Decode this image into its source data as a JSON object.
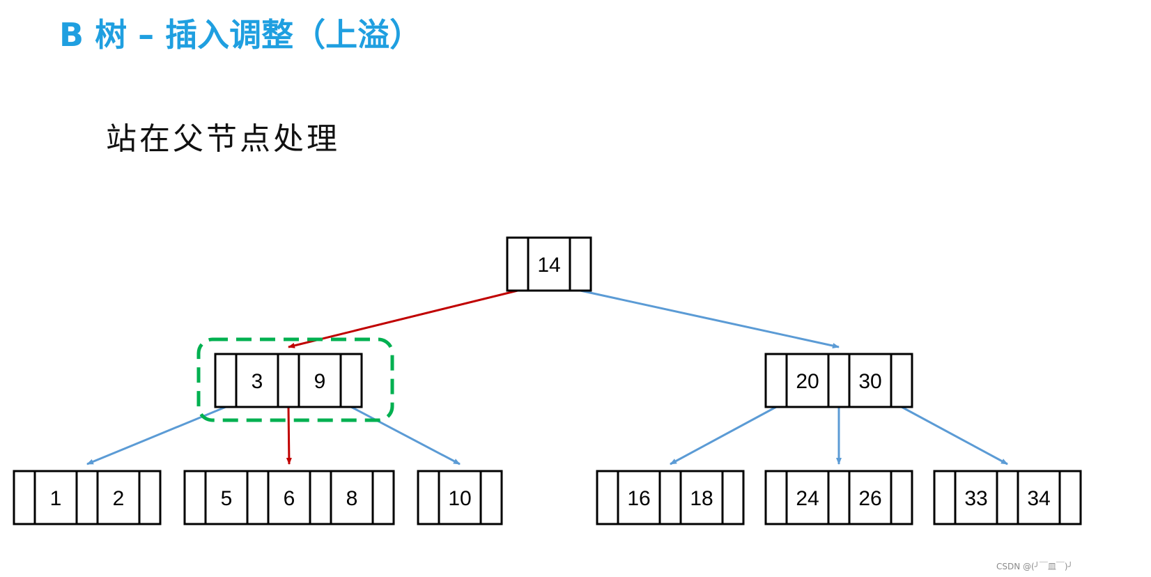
{
  "title": "B 树 – 插入调整（上溢）",
  "subtitle": "站在父节点处理",
  "watermark": "CSDN @(╯￣皿￣)╯",
  "colors": {
    "title": "#1f9fe0",
    "node_border": "#000000",
    "normal_edge": "#5b9bd5",
    "highlight_edge": "#c00000",
    "highlight_box": "#00b050"
  },
  "tree": {
    "nodes": [
      {
        "id": "n14",
        "keys": [
          "14"
        ]
      },
      {
        "id": "n3_9",
        "keys": [
          "3",
          "9"
        ],
        "highlighted": true
      },
      {
        "id": "n20_30",
        "keys": [
          "20",
          "30"
        ]
      },
      {
        "id": "n1_2",
        "keys": [
          "1",
          "2"
        ]
      },
      {
        "id": "n5_6_8",
        "keys": [
          "5",
          "6",
          "8"
        ]
      },
      {
        "id": "n10",
        "keys": [
          "10"
        ]
      },
      {
        "id": "n16_18",
        "keys": [
          "16",
          "18"
        ]
      },
      {
        "id": "n24_26",
        "keys": [
          "24",
          "26"
        ]
      },
      {
        "id": "n33_34",
        "keys": [
          "33",
          "34"
        ]
      }
    ],
    "edges": [
      {
        "from": "n14",
        "to": "n3_9",
        "pointer": 0,
        "highlight": true
      },
      {
        "from": "n14",
        "to": "n20_30",
        "pointer": 1,
        "highlight": false
      },
      {
        "from": "n3_9",
        "to": "n1_2",
        "pointer": 0,
        "highlight": false
      },
      {
        "from": "n3_9",
        "to": "n5_6_8",
        "pointer": 1,
        "highlight": true
      },
      {
        "from": "n3_9",
        "to": "n10",
        "pointer": 2,
        "highlight": false
      },
      {
        "from": "n20_30",
        "to": "n16_18",
        "pointer": 0,
        "highlight": false
      },
      {
        "from": "n20_30",
        "to": "n24_26",
        "pointer": 1,
        "highlight": false
      },
      {
        "from": "n20_30",
        "to": "n33_34",
        "pointer": 2,
        "highlight": false
      }
    ]
  }
}
